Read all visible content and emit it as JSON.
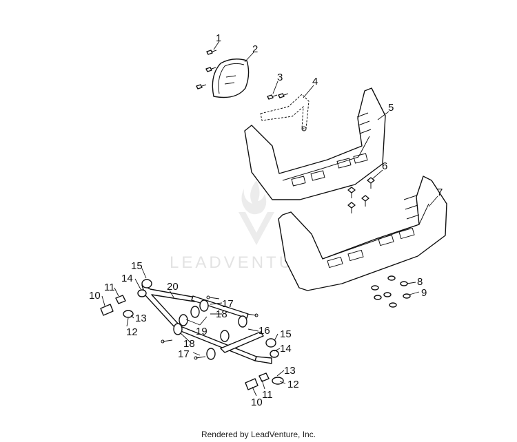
{
  "watermark": {
    "text": "LEADVENTU"
  },
  "callouts": {
    "c1": "1",
    "c2": "2",
    "c3": "3",
    "c4": "4",
    "c5": "5",
    "c6": "6",
    "c7": "7",
    "c8": "8",
    "c9": "9",
    "c10a": "10",
    "c10b": "10",
    "c11a": "11",
    "c11b": "11",
    "c12a": "12",
    "c12b": "12",
    "c13a": "13",
    "c13b": "13",
    "c14a": "14",
    "c14b": "14",
    "c15a": "15",
    "c15b": "15",
    "c16": "16",
    "c17a": "17",
    "c17b": "17",
    "c18a": "18",
    "c18b": "18",
    "c19": "19",
    "c20": "20"
  },
  "footer": {
    "text": "Rendered by LeadVenture, Inc."
  },
  "colors": {
    "line": "#111111",
    "watermark": "#e3e3e3",
    "background": "#ffffff"
  }
}
